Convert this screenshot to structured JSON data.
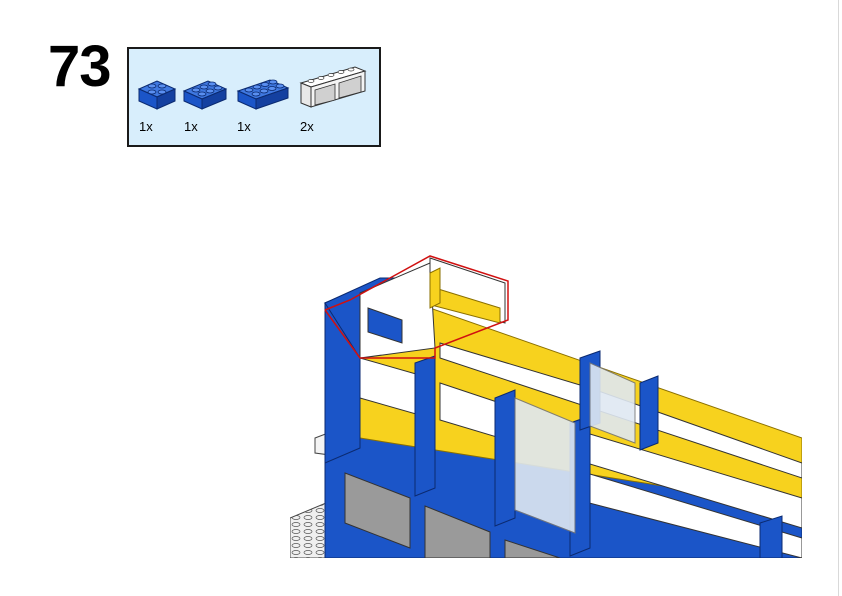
{
  "step": {
    "number": "73"
  },
  "parts": [
    {
      "name": "brick-2x2-blue",
      "qty": "1x",
      "color": "#1b55c8"
    },
    {
      "name": "brick-2x3-blue",
      "qty": "1x",
      "color": "#1b55c8"
    },
    {
      "name": "brick-2x4-blue",
      "qty": "1x",
      "color": "#1b55c8"
    },
    {
      "name": "window-1x4x2-white",
      "qty": "2x",
      "color": "#ffffff"
    }
  ],
  "colors": {
    "callout_bg": "#d8eefc",
    "brick_blue": "#1b55c8",
    "brick_yellow": "#f7d21e",
    "brick_white": "#ffffff",
    "highlight_red": "#d01010"
  }
}
